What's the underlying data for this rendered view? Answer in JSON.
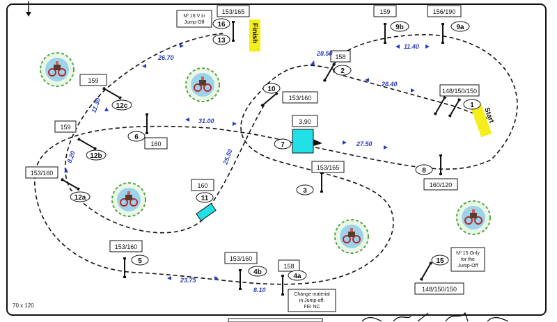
{
  "arena_size": "70 x 120",
  "finish_label": "Finish",
  "start_label": "Start",
  "notes": {
    "jumpoff16": [
      "Nº 16 V in",
      "Jump-Off"
    ],
    "jumpoff15": [
      "Nº 15 Only",
      "for the",
      "Jump-Off"
    ],
    "material": [
      "Change material",
      "in Jump-off.",
      "FEI NC"
    ]
  },
  "obstacles": [
    {
      "id": "1",
      "height": "148/150/150"
    },
    {
      "id": "2",
      "height": "158"
    },
    {
      "id": "3",
      "height": "153/165"
    },
    {
      "id": "4a",
      "height": "158"
    },
    {
      "id": "4b",
      "height": "153/160"
    },
    {
      "id": "5",
      "height": "153/160"
    },
    {
      "id": "6",
      "height": "160"
    },
    {
      "id": "7",
      "height": "3,90"
    },
    {
      "id": "8",
      "height": "160/120"
    },
    {
      "id": "9a",
      "height": "156/190"
    },
    {
      "id": "9b",
      "height": "159"
    },
    {
      "id": "10",
      "height": "153/160"
    },
    {
      "id": "11",
      "height": "160"
    },
    {
      "id": "12a",
      "height": "153/160"
    },
    {
      "id": "12b",
      "height": "159"
    },
    {
      "id": "12c",
      "height": "159"
    },
    {
      "id": "13",
      "height": "153/165"
    },
    {
      "id": "15",
      "height": "148/150/150"
    },
    {
      "id": "16",
      "height": ""
    }
  ],
  "distances": [
    "26.40",
    "28.50",
    "11.40",
    "27.50",
    "25.50",
    "31.00",
    "26.70",
    "11.30",
    "8.20",
    "23.75",
    "8.10"
  ],
  "colors": {
    "course_line": "#111111",
    "distance": "#2a3bbf",
    "water": "#22e0e8",
    "flag": "#f5ee1a",
    "bush": "#55a544"
  }
}
